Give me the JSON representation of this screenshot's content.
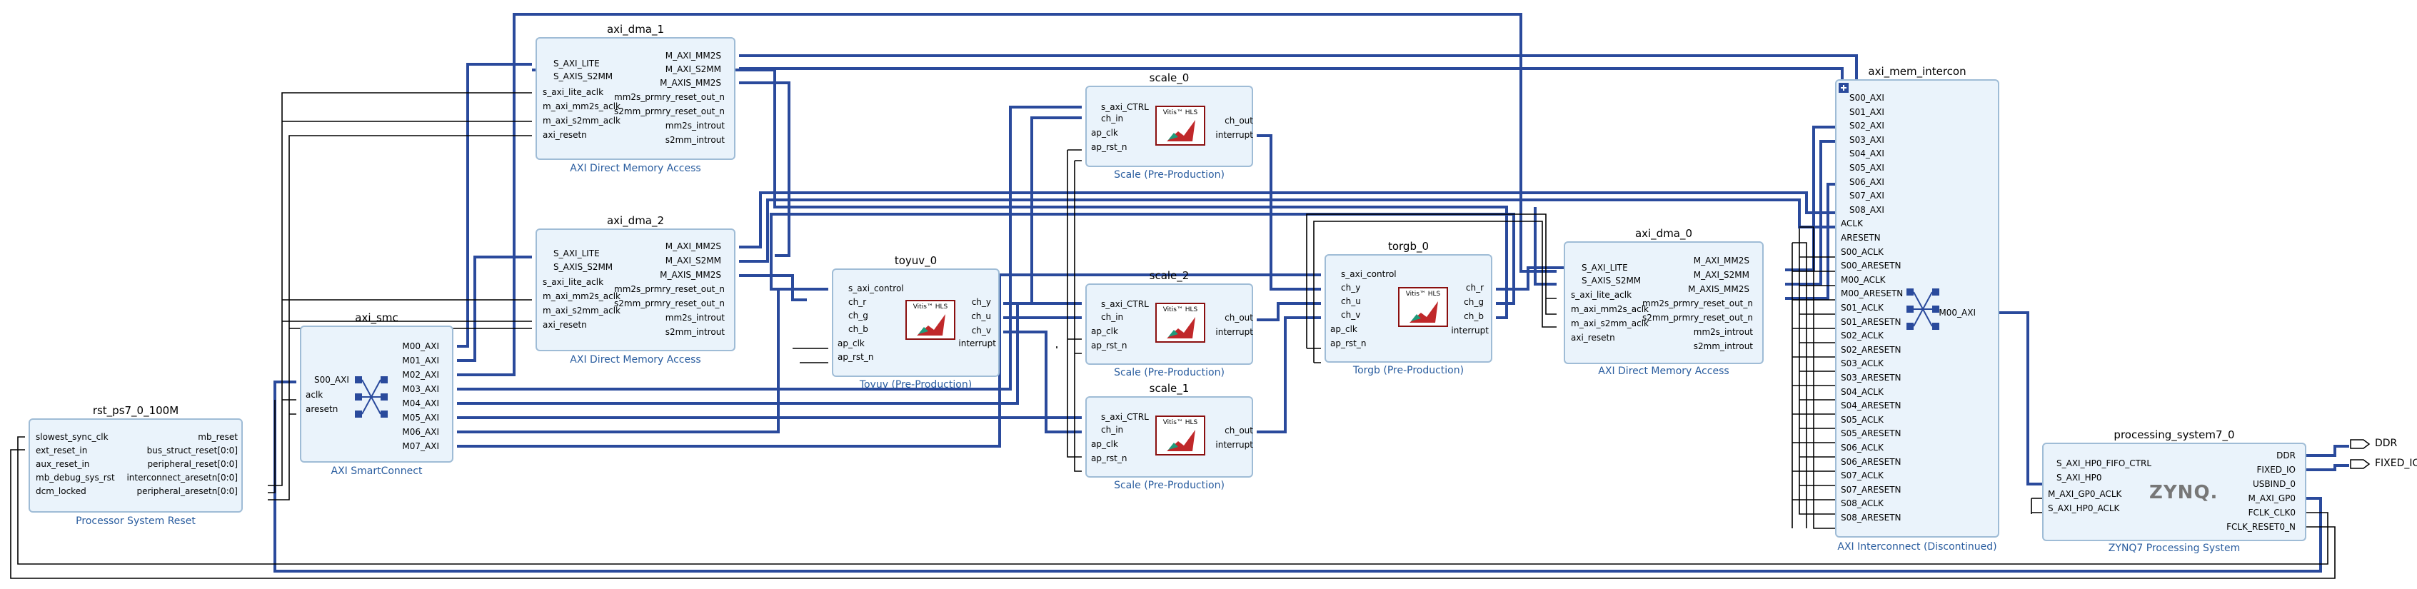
{
  "blocks": {
    "axi_dma_1": {
      "title": "axi_dma_1",
      "subtitle": "AXI Direct Memory Access",
      "in": [
        "S_AXI_LITE",
        "S_AXIS_S2MM",
        "s_axi_lite_aclk",
        "m_axi_mm2s_aclk",
        "m_axi_s2mm_aclk",
        "axi_resetn"
      ],
      "out": [
        "M_AXI_MM2S",
        "M_AXI_S2MM",
        "M_AXIS_MM2S",
        "mm2s_prmry_reset_out_n",
        "s2mm_prmry_reset_out_n",
        "mm2s_introut",
        "s2mm_introut"
      ]
    },
    "axi_dma_2": {
      "title": "axi_dma_2",
      "subtitle": "AXI Direct Memory Access",
      "in": [
        "S_AXI_LITE",
        "S_AXIS_S2MM",
        "s_axi_lite_aclk",
        "m_axi_mm2s_aclk",
        "m_axi_s2mm_aclk",
        "axi_resetn"
      ],
      "out": [
        "M_AXI_MM2S",
        "M_AXI_S2MM",
        "M_AXIS_MM2S",
        "mm2s_prmry_reset_out_n",
        "s2mm_prmry_reset_out_n",
        "mm2s_introut",
        "s2mm_introut"
      ]
    },
    "axi_dma_0": {
      "title": "axi_dma_0",
      "subtitle": "AXI Direct Memory Access",
      "in": [
        "S_AXI_LITE",
        "S_AXIS_S2MM",
        "s_axi_lite_aclk",
        "m_axi_mm2s_aclk",
        "m_axi_s2mm_aclk",
        "axi_resetn"
      ],
      "out": [
        "M_AXI_MM2S",
        "M_AXI_S2MM",
        "M_AXIS_MM2S",
        "mm2s_prmry_reset_out_n",
        "s2mm_prmry_reset_out_n",
        "mm2s_introut",
        "s2mm_introut"
      ]
    },
    "scale_0": {
      "title": "scale_0",
      "subtitle": "Scale (Pre-Production)",
      "in": [
        "s_axi_CTRL",
        "ch_in",
        "ap_clk",
        "ap_rst_n"
      ],
      "out": [
        "ch_out",
        "interrupt"
      ]
    },
    "scale_2": {
      "title": "scale_2",
      "subtitle": "Scale (Pre-Production)",
      "in": [
        "s_axi_CTRL",
        "ch_in",
        "ap_clk",
        "ap_rst_n"
      ],
      "out": [
        "ch_out",
        "interrupt"
      ]
    },
    "scale_1": {
      "title": "scale_1",
      "subtitle": "Scale (Pre-Production)",
      "in": [
        "s_axi_CTRL",
        "ch_in",
        "ap_clk",
        "ap_rst_n"
      ],
      "out": [
        "ch_out",
        "interrupt"
      ]
    },
    "toyuv_0": {
      "title": "toyuv_0",
      "subtitle": "Toyuv (Pre-Production)",
      "in": [
        "s_axi_control",
        "ch_r",
        "ch_g",
        "ch_b",
        "ap_clk",
        "ap_rst_n"
      ],
      "out": [
        "ch_y",
        "ch_u",
        "ch_v",
        "interrupt"
      ]
    },
    "torgb_0": {
      "title": "torgb_0",
      "subtitle": "Torgb (Pre-Production)",
      "in": [
        "s_axi_control",
        "ch_y",
        "ch_u",
        "ch_v",
        "ap_clk",
        "ap_rst_n"
      ],
      "out": [
        "ch_r",
        "ch_g",
        "ch_b",
        "interrupt"
      ]
    },
    "axi_smc": {
      "title": "axi_smc",
      "subtitle": "AXI SmartConnect",
      "in": [
        "S00_AXI",
        "aclk",
        "aresetn"
      ],
      "out": [
        "M00_AXI",
        "M01_AXI",
        "M02_AXI",
        "M03_AXI",
        "M04_AXI",
        "M05_AXI",
        "M06_AXI",
        "M07_AXI"
      ]
    },
    "rst": {
      "title": "rst_ps7_0_100M",
      "subtitle": "Processor System Reset",
      "in": [
        "slowest_sync_clk",
        "ext_reset_in",
        "aux_reset_in",
        "mb_debug_sys_rst",
        "dcm_locked"
      ],
      "out": [
        "mb_reset",
        "bus_struct_reset[0:0]",
        "peripheral_reset[0:0]",
        "interconnect_aresetn[0:0]",
        "peripheral_aresetn[0:0]"
      ]
    },
    "axi_mem_intercon": {
      "title": "axi_mem_intercon",
      "subtitle": "AXI Interconnect (Discontinued)",
      "in": [
        "S00_AXI",
        "S01_AXI",
        "S02_AXI",
        "S03_AXI",
        "S04_AXI",
        "S05_AXI",
        "S06_AXI",
        "S07_AXI",
        "S08_AXI",
        "ACLK",
        "ARESETN",
        "S00_ACLK",
        "S00_ARESETN",
        "M00_ACLK",
        "M00_ARESETN",
        "S01_ACLK",
        "S01_ARESETN",
        "S02_ACLK",
        "S02_ARESETN",
        "S03_ACLK",
        "S03_ARESETN",
        "S04_ACLK",
        "S04_ARESETN",
        "S05_ACLK",
        "S05_ARESETN",
        "S06_ACLK",
        "S06_ARESETN",
        "S07_ACLK",
        "S07_ARESETN",
        "S08_ACLK",
        "S08_ARESETN"
      ],
      "out": [
        "M00_AXI"
      ]
    },
    "ps7": {
      "title": "processing_system7_0",
      "subtitle": "ZYNQ7 Processing System",
      "in": [
        "S_AXI_HP0_FIFO_CTRL",
        "S_AXI_HP0",
        "M_AXI_GP0_ACLK",
        "S_AXI_HP0_ACLK"
      ],
      "out": [
        "DDR",
        "FIXED_IO",
        "USBIND_0",
        "M_AXI_GP0",
        "FCLK_CLK0",
        "FCLK_RESET0_N"
      ],
      "logo": "ZYNQ."
    }
  },
  "hls_label": "Vitis™ HLS",
  "external_ports": [
    "DDR",
    "FIXED_IO"
  ],
  "colors": {
    "bus": "#2a4a9c",
    "wire": "#000000",
    "block_fill": "#eaf3fb",
    "block_border": "#9fbcd6",
    "subtitle": "#2a5d9f"
  }
}
